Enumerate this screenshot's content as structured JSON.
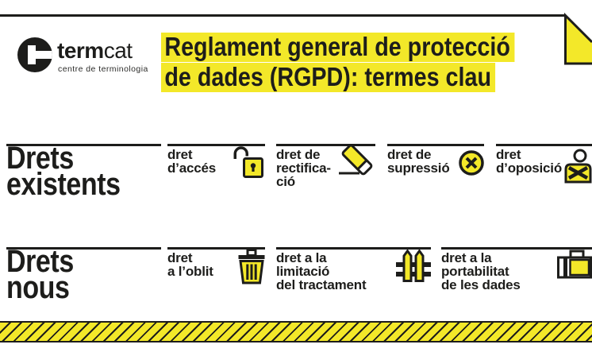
{
  "colors": {
    "yellow": "#F3E829",
    "black": "#1D1D1B"
  },
  "logo": {
    "icon": "termcat-circle-monogram",
    "name_bold": "term",
    "name_regular": "cat",
    "tagline": "centre de terminologia"
  },
  "title": {
    "line1": "Reglament general de protecció",
    "line2": "de dades (RGPD): termes clau"
  },
  "sections": [
    {
      "heading": {
        "line1": "Drets",
        "line2": "existents"
      },
      "items": [
        {
          "line1": "dret",
          "line2": "d’accés",
          "icon": "open-padlock-icon"
        },
        {
          "line1": "dret de",
          "line2": "rectifica-",
          "line3": "ció",
          "icon": "eraser-icon"
        },
        {
          "line1": "dret de",
          "line2": "supressió",
          "icon": "delete-circle-icon"
        },
        {
          "line1": "dret",
          "line2": "d’oposició",
          "icon": "person-crossed-arms-icon"
        }
      ]
    },
    {
      "heading": {
        "line1": "Drets",
        "line2": "nous"
      },
      "items": [
        {
          "line1": "dret",
          "line2": "a l’oblit",
          "icon": "trash-bin-icon"
        },
        {
          "line1": "dret a la",
          "line2": "limitació",
          "line3": "del tractament",
          "icon": "fence-icon"
        },
        {
          "line1": "dret a la",
          "line2": "portabilitat",
          "line3": "de les dades",
          "icon": "suitcase-icon"
        }
      ]
    }
  ]
}
